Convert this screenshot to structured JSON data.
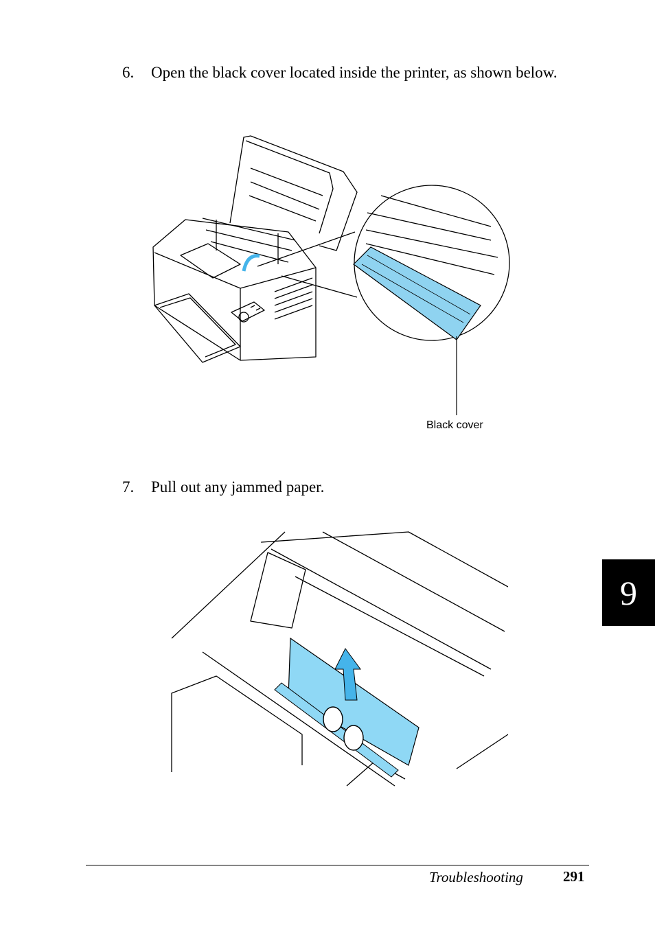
{
  "steps": [
    {
      "number": "6.",
      "text": "Open the black cover located inside the printer, as shown below."
    },
    {
      "number": "7.",
      "text": "Pull out any jammed paper."
    }
  ],
  "figure1": {
    "callout_label": "Black cover",
    "highlight_color": "#8fd3f0"
  },
  "figure2": {
    "highlight_color": "#8fd8f5",
    "arrow_color": "#45b4ea"
  },
  "chapter_tab": "9",
  "footer": {
    "section": "Troubleshooting",
    "page_number": "291"
  }
}
